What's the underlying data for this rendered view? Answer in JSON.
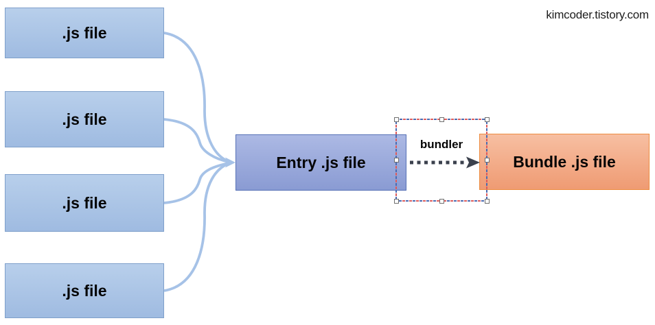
{
  "page": {
    "watermark": "kimcoder.tistory.com"
  },
  "diagram": {
    "source_files": [
      {
        "label": ".js file"
      },
      {
        "label": ".js file"
      },
      {
        "label": ".js file"
      },
      {
        "label": ".js file"
      }
    ],
    "entry": {
      "label": "Entry .js file"
    },
    "bundler": {
      "label": "bundler"
    },
    "bundle": {
      "label": "Bundle .js file"
    },
    "colors": {
      "source_fill_top": "#b8cfeb",
      "source_fill_bottom": "#9fbbe1",
      "source_border": "#7e9fca",
      "entry_fill_top": "#acb9e4",
      "entry_fill_bottom": "#8a9bd3",
      "entry_border": "#5570b5",
      "bundle_fill_top": "#f7bfa2",
      "bundle_fill_bottom": "#ef9b73",
      "bundle_border": "#ed8c40",
      "connector": "#a6c2e7",
      "dotted_arrow": "#3b414d",
      "selection_red": "#dd5c5c",
      "selection_blue": "#4a6ab0"
    }
  }
}
